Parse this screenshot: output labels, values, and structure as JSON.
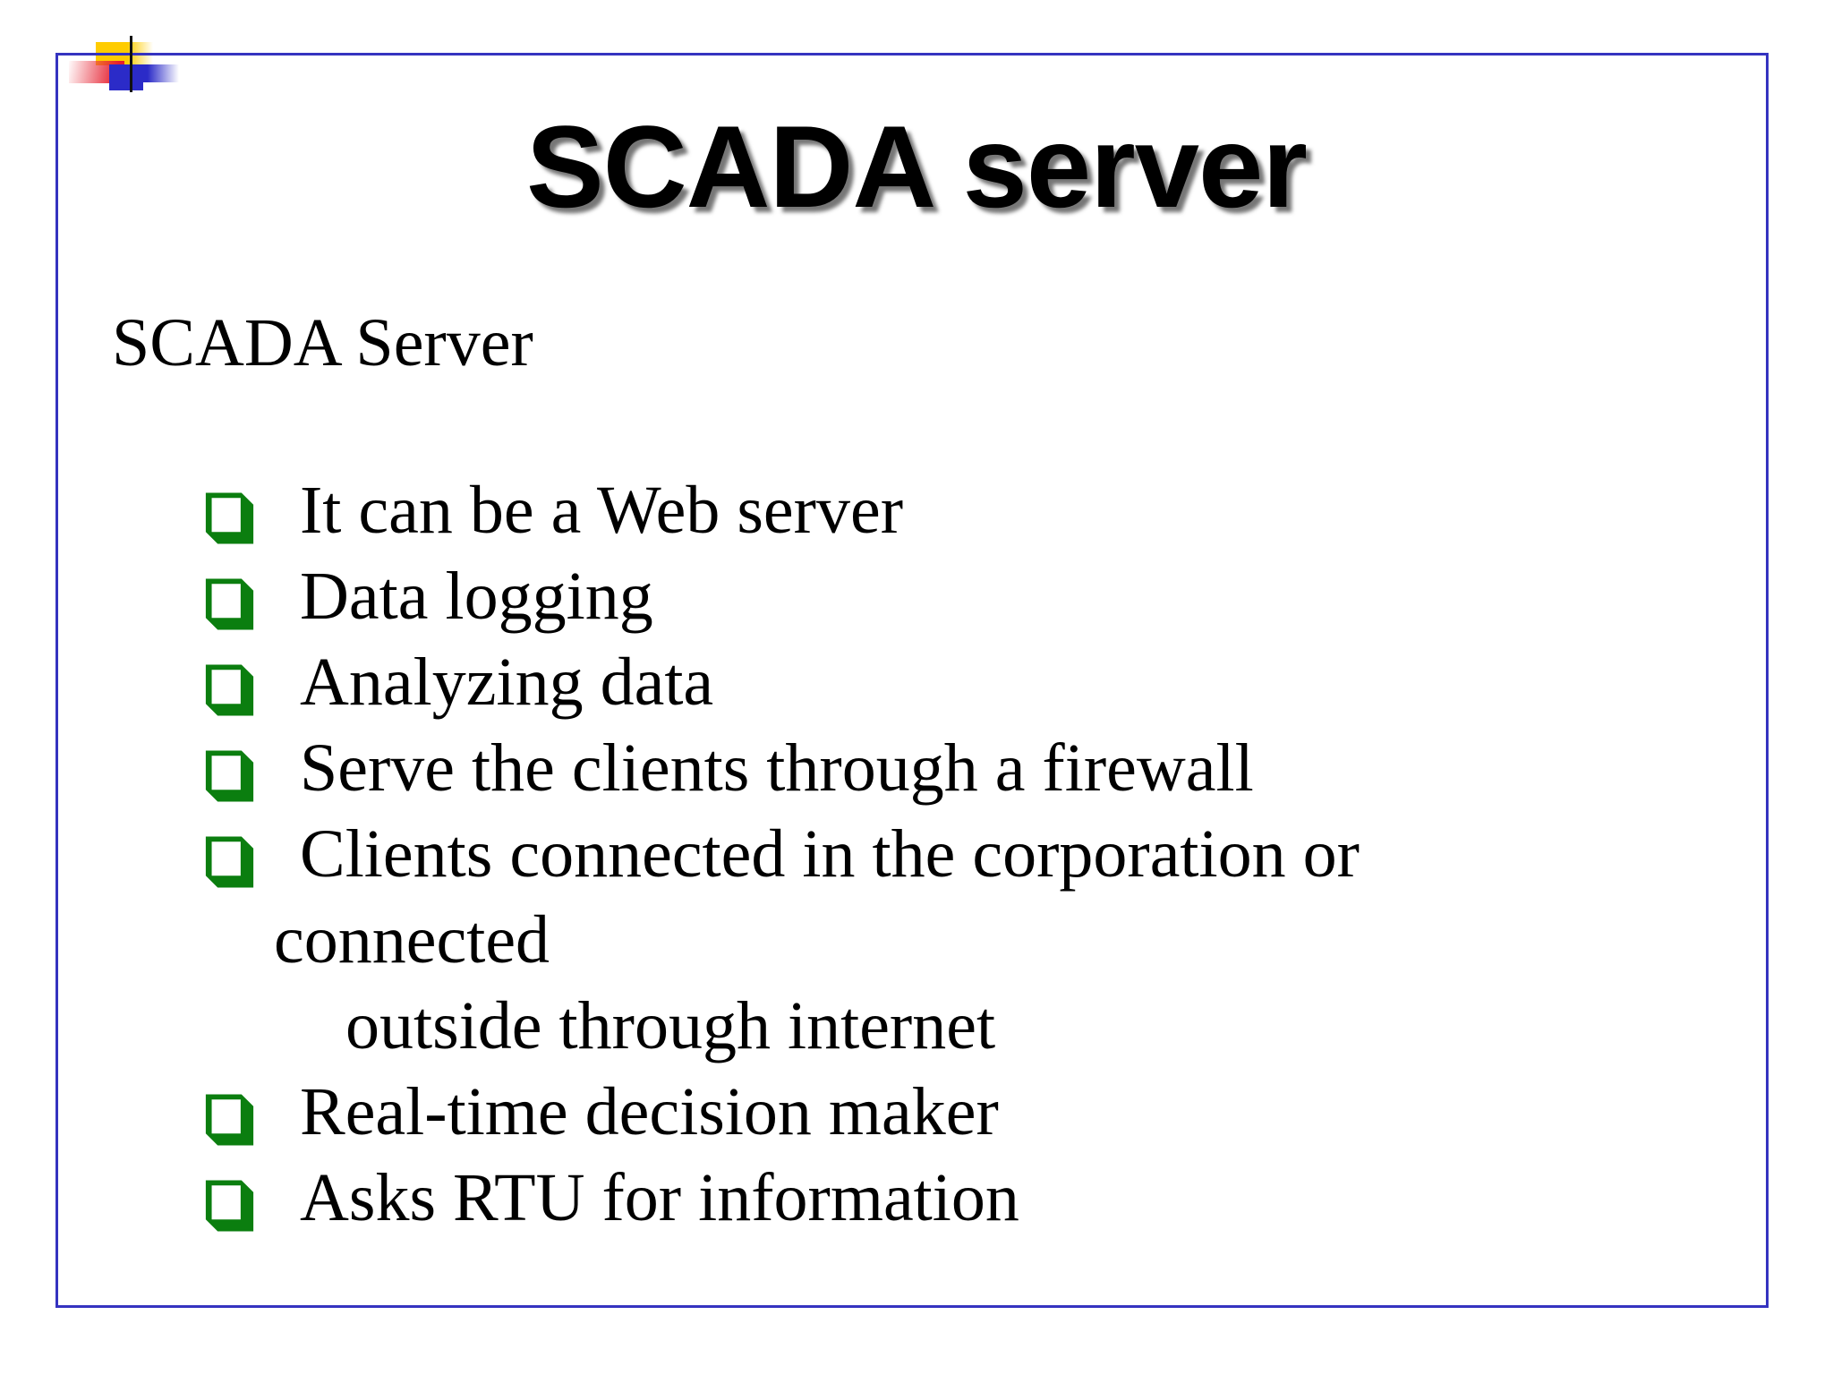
{
  "slide": {
    "title": "SCADA server",
    "subtitle": "SCADA Server",
    "list": {
      "items": [
        {
          "text": "It can be a Web server",
          "bullet": true,
          "indent": 0
        },
        {
          "text": "Data logging",
          "bullet": true,
          "indent": 0
        },
        {
          "text": "Analyzing data",
          "bullet": true,
          "indent": 0
        },
        {
          "text": "Serve the clients through a firewall",
          "bullet": true,
          "indent": 0
        },
        {
          "text": "Clients connected in the corporation or",
          "bullet": true,
          "indent": 0
        },
        {
          "text": "connected",
          "bullet": false,
          "indent": 1
        },
        {
          "text": "outside through internet",
          "bullet": false,
          "indent": 2
        },
        {
          "text": "Real-time decision maker",
          "bullet": true,
          "indent": 0
        },
        {
          "text": "Asks RTU for information",
          "bullet": true,
          "indent": 0
        }
      ]
    },
    "icons": {
      "bullet": "open-checkbox-icon"
    },
    "colors": {
      "frame_border": "#3533c0",
      "bullet_green": "#0b7e0f",
      "title_text": "#000000",
      "body_text": "#000000",
      "title_shadow": "#555555",
      "deco_yellow": "#ffcc00",
      "deco_red": "#e51e2e",
      "deco_blue": "#2b2bc8",
      "deco_line_black": "#111111",
      "background": "#ffffff"
    }
  }
}
